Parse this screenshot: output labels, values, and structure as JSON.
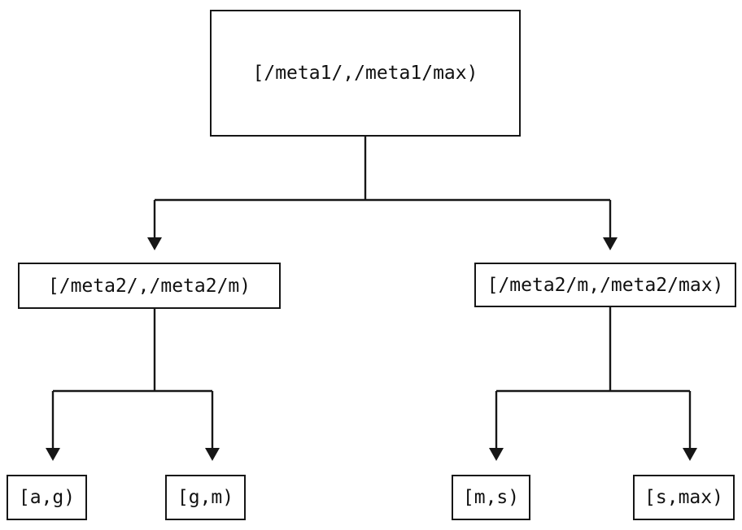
{
  "diagram": {
    "type": "tree",
    "background_color": "#ffffff",
    "line_color": "#161616",
    "text_color": "#111111",
    "nodes": {
      "root": {
        "label": "[/meta1/,/meta1/max)"
      },
      "meta2_low": {
        "label": "[/meta2/,/meta2/m)"
      },
      "meta2_high": {
        "label": "[/meta2/m,/meta2/max)"
      },
      "leaf_ag": {
        "label": "[a,g)"
      },
      "leaf_gm": {
        "label": "[g,m)"
      },
      "leaf_ms": {
        "label": "[m,s)"
      },
      "leaf_smax": {
        "label": "[s,max)"
      }
    },
    "edges": [
      {
        "from": "root",
        "to": "meta2_low"
      },
      {
        "from": "root",
        "to": "meta2_high"
      },
      {
        "from": "meta2_low",
        "to": "leaf_ag"
      },
      {
        "from": "meta2_low",
        "to": "leaf_gm"
      },
      {
        "from": "meta2_high",
        "to": "leaf_ms"
      },
      {
        "from": "meta2_high",
        "to": "leaf_smax"
      }
    ]
  }
}
